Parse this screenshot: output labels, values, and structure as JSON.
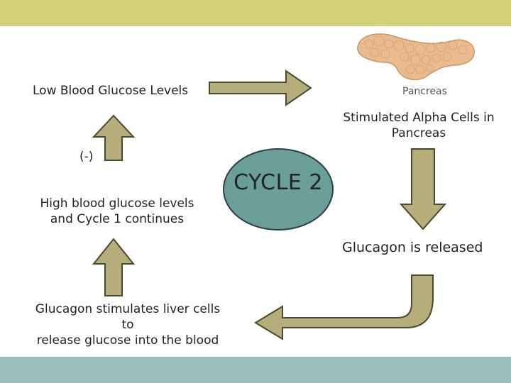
{
  "colors": {
    "top_band": "#d3d07a",
    "bottom_band": "#9bbfbf",
    "arrow_fill": "#b5ae7a",
    "arrow_stroke": "#4a4a2f",
    "circle_fill": "#6a9e99",
    "circle_stroke": "#2f3f45",
    "pancreas": "#e9bb8e"
  },
  "nodes": {
    "low_glucose": "Low Blood Glucose Levels",
    "pancreas_label": "Pancreas",
    "alpha_cells_line1": "Stimulated Alpha Cells in",
    "alpha_cells_line2": "Pancreas",
    "glucagon_released": "Glucagon is released",
    "liver_line1": "Glucagon stimulates liver cells to",
    "liver_line2": "release glucose into the blood",
    "high_glucose_line1": "High blood glucose levels",
    "high_glucose_line2": "and Cycle 1 continues",
    "negative_sign": "(-)"
  },
  "center_label": "CYCLE 2",
  "icons": [
    "pancreas-illustration",
    "arrow-right",
    "arrow-down",
    "arrow-curved-left",
    "arrow-up"
  ]
}
